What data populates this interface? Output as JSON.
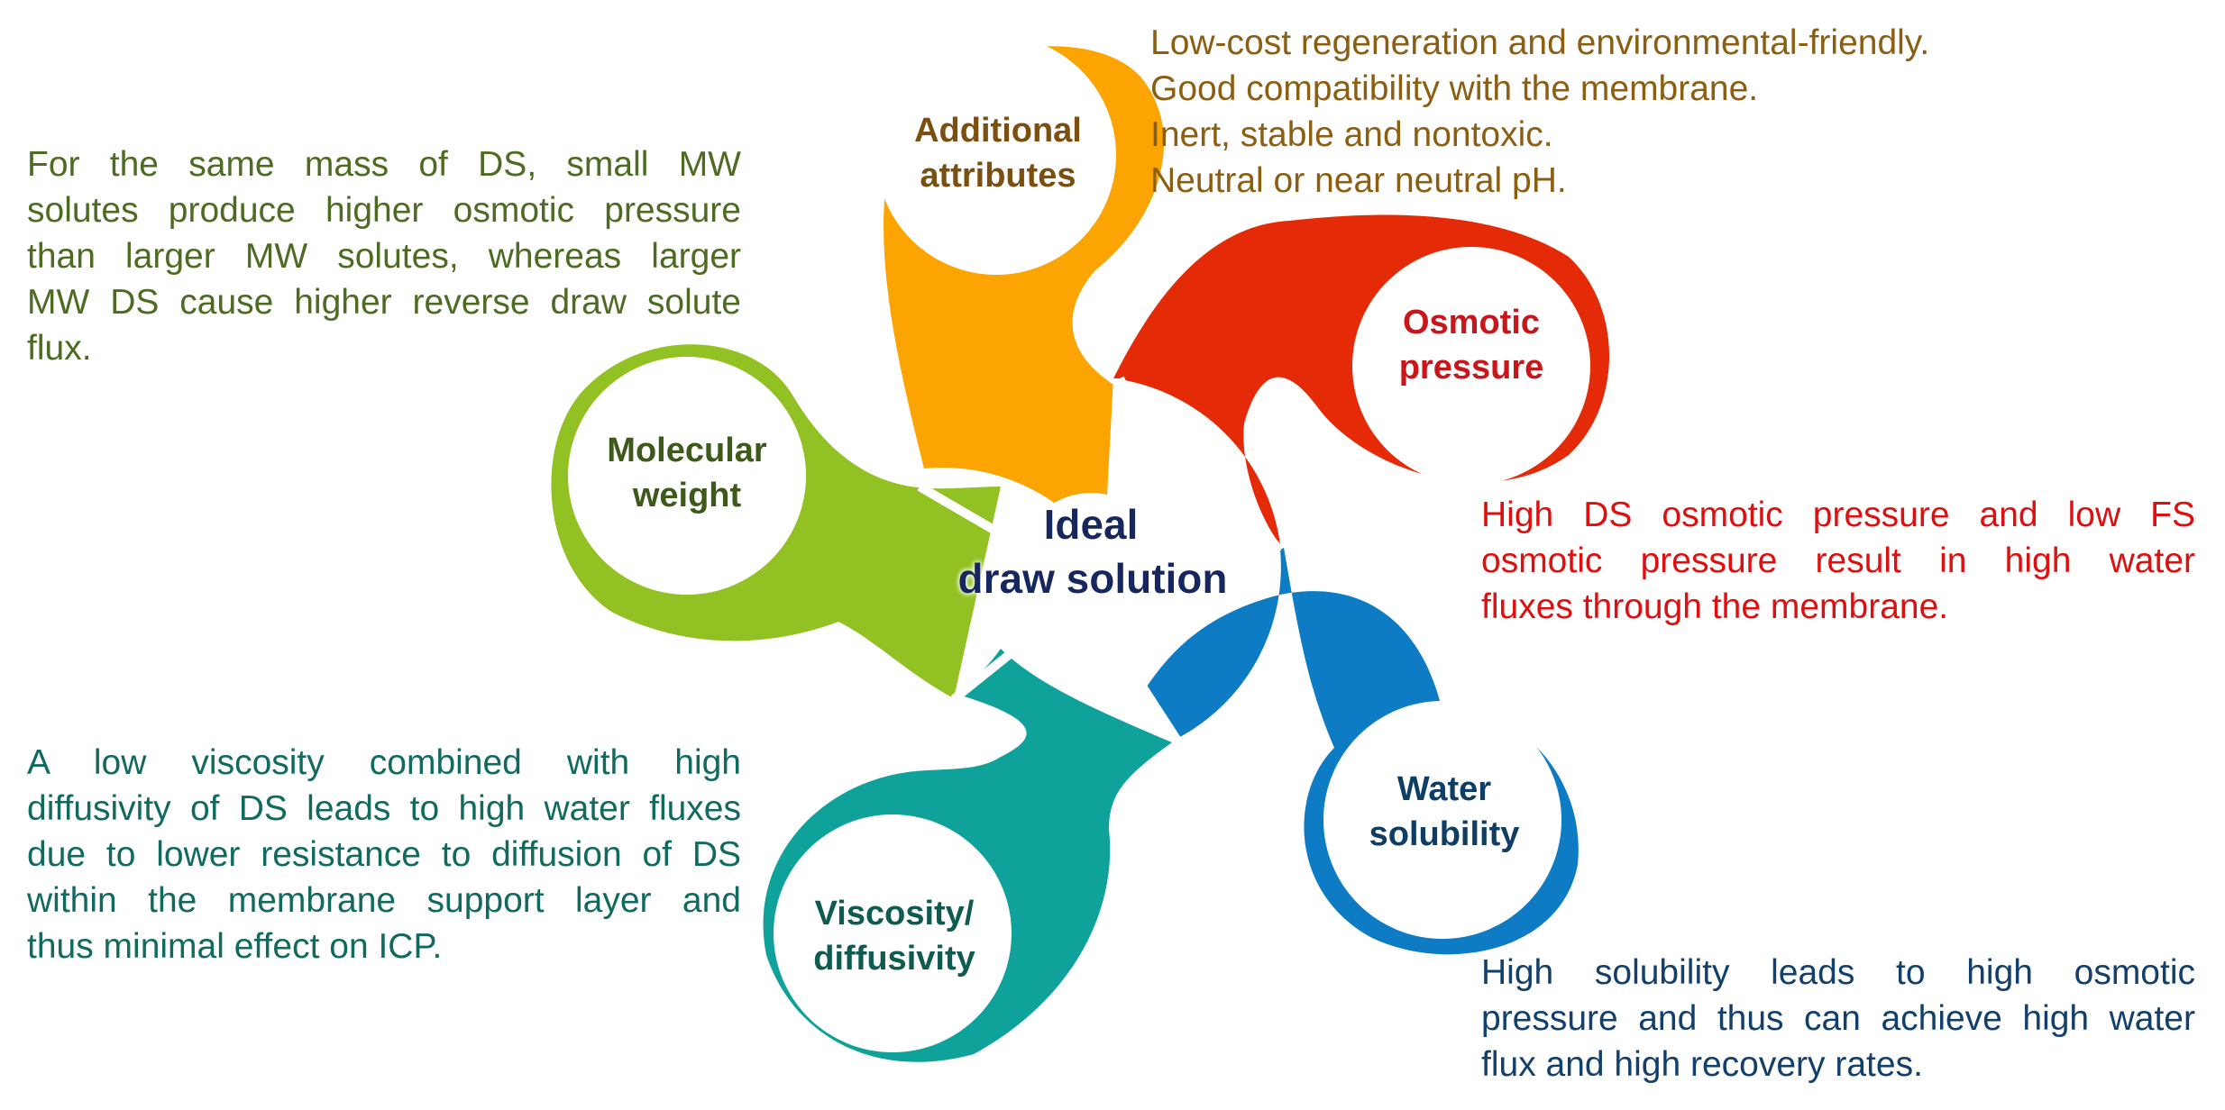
{
  "center": {
    "line1": "Ideal",
    "line2": "draw solution"
  },
  "colors": {
    "additional": "#fba402",
    "osmotic": "#e42a07",
    "water": "#0d7cc4",
    "viscosity": "#0fa29a",
    "molecular": "#92c123",
    "center_text": "#14265f",
    "label_additional": "#7a4f10",
    "label_osmotic": "#c8161a",
    "label_water": "#0e3e66",
    "label_viscosity": "#0f5b4f",
    "label_molecular": "#3d5a1a"
  },
  "petals": {
    "additional": {
      "line1": "Additional",
      "line2": "attributes"
    },
    "osmotic": {
      "line1": "Osmotic",
      "line2": "pressure"
    },
    "water": {
      "line1": "Water",
      "line2": "solubility"
    },
    "viscosity": {
      "line1": "Viscosity/",
      "line2": "diffusivity"
    },
    "molecular": {
      "line1": "Molecular",
      "line2": "weight"
    }
  },
  "descriptions": {
    "additional": [
      "Low-cost regeneration and environmental-friendly.",
      "Good compatibility with the membrane.",
      "Inert, stable and nontoxic.",
      "Neutral or near neutral pH."
    ],
    "molecular": [
      "For the same mass of DS, small MW",
      "solutes produce higher osmotic pressure",
      "than larger MW solutes, whereas larger",
      "MW DS cause higher reverse draw solute",
      "flux."
    ],
    "osmotic": [
      "High DS osmotic pressure and low FS",
      "osmotic pressure result in high water",
      "fluxes through the membrane."
    ],
    "viscosity": [
      "A low viscosity combined with high",
      "diffusivity of DS leads to high water fluxes",
      "due to lower resistance to diffusion of DS",
      "within the membrane support layer and",
      "thus minimal effect on ICP."
    ],
    "water": [
      "High solubility leads to high osmotic",
      "pressure and thus can achieve high water",
      "flux and high recovery rates."
    ]
  }
}
